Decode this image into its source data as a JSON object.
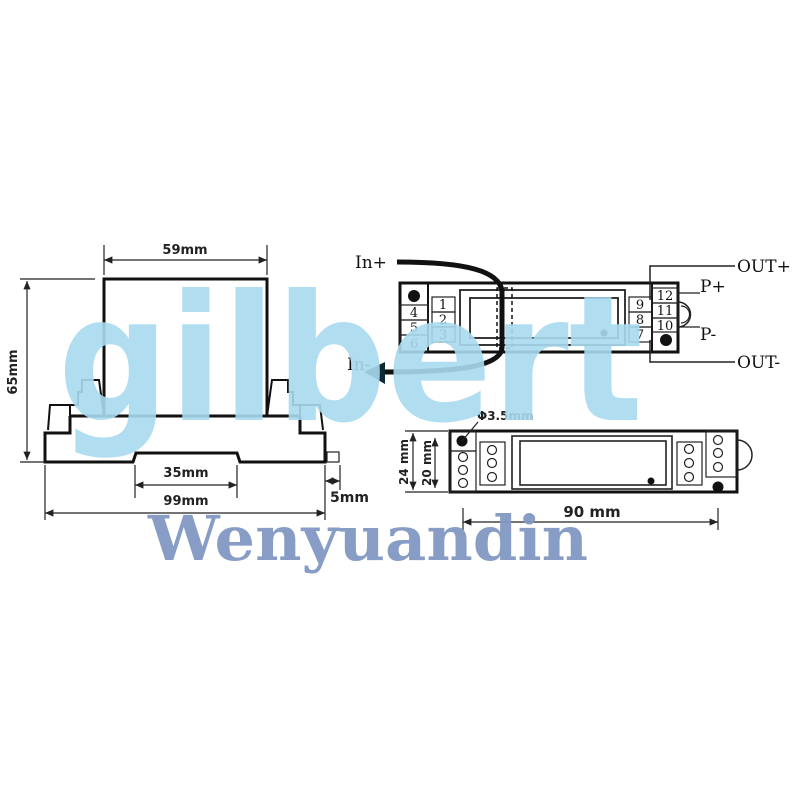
{
  "side_view": {
    "width_top": "59mm",
    "height": "65mm",
    "rail_width": "35mm",
    "total_width": "99mm",
    "tab_width": "5mm"
  },
  "wiring_view": {
    "in_plus": "In+",
    "in_minus": "In-",
    "out_plus": "OUT+",
    "out_minus": "OUT-",
    "p_plus": "P+",
    "p_minus": "P-",
    "left_terminals_outer": [
      "4",
      "5",
      "6"
    ],
    "left_terminals_inner": [
      "1",
      "2",
      "3"
    ],
    "right_terminals_inner": [
      "9",
      "8",
      "7"
    ],
    "right_terminals_outer": [
      "12",
      "11",
      "10"
    ]
  },
  "top_view": {
    "hole": "Φ3.5mm",
    "height_outer": "24 mm",
    "height_inner": "20 mm",
    "length": "90 mm"
  },
  "watermarks": {
    "primary": "gilbert",
    "secondary": "Wenyuandin"
  },
  "colors": {
    "watermark_primary": "#a9daf0",
    "watermark_secondary": "#8298c2",
    "line": "#111111"
  }
}
